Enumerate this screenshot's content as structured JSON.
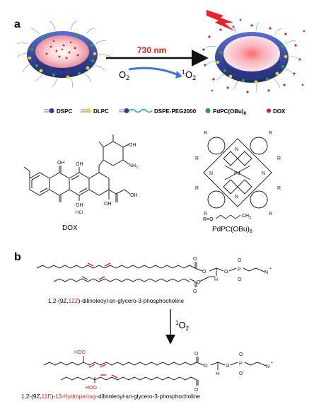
{
  "panel_a": {
    "label": "a",
    "laser_label": "730 nm",
    "o2_left": "O",
    "o2_left_sub": "2",
    "singlet_sup": "1",
    "singlet_o": "O",
    "singlet_sub": "2",
    "legend": [
      {
        "label": "DSPC",
        "color": "#2f3f9e"
      },
      {
        "label": "DLPC",
        "color": "#e8d23c"
      },
      {
        "label": "DSPE-PEG2000",
        "color": "#2f3f9e"
      },
      {
        "label": "PdPC(OBu)",
        "sub": "8",
        "color": "#2e9e3a"
      },
      {
        "label": "DOX",
        "color": "#d42020"
      }
    ],
    "dox_atoms": {
      "oh1": "OH",
      "oh2": "OH",
      "oh3": "OH",
      "oh4": "OH",
      "oh5": "OH",
      "nh2": "NH",
      "nh2_sub": "2",
      "hcl": "HCl"
    },
    "dox_name": "DOX",
    "pdpc_atoms": {
      "pd": "Pd",
      "r": "R",
      "n": "N"
    },
    "pdpc_r_def": "R=O",
    "pdpc_ch3": "CH",
    "pdpc_ch3_sub": "3",
    "pdpc_name": "PdPC(OBu)",
    "pdpc_name_sub": "8"
  },
  "panel_b": {
    "label": "b",
    "atoms": {
      "o": "O",
      "p": "P",
      "h": "H",
      "n": "N",
      "plus": "+",
      "minus": "-"
    },
    "top_name_1": "1,2-(9Z,",
    "top_name_red": "12Z",
    "top_name_2": ")-dilinoleoyl-sn-glycero-3-phosphocholine",
    "arrow_sup": "1",
    "arrow_o": "O",
    "arrow_sub": "2",
    "hoo": "HOO",
    "bottom_name_1": "1,2-(9Z,",
    "bottom_name_red": "11E",
    "bottom_name_2": ")-",
    "bottom_name_red2": "13-Hydroperoxy",
    "bottom_name_3": "-dilinoleoyl-sn-glycero-3-phosphocholine"
  },
  "colors": {
    "accent_red": "#e02020",
    "liposome_blue": "#28388f",
    "core_pink": "#f3b8c0"
  }
}
